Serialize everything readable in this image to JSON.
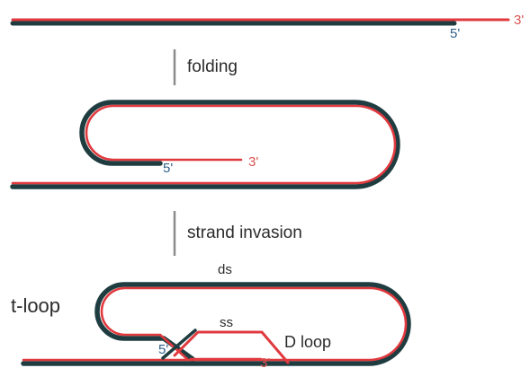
{
  "steps": {
    "folding": "folding",
    "strand_invasion": "strand invasion"
  },
  "ends": {
    "five_prime": "5'",
    "three_prime": "3'"
  },
  "labels": {
    "t_loop": "t-loop",
    "ds": "ds",
    "ss": "ss",
    "d_loop": "D loop"
  },
  "colors": {
    "dark_strand": "#1f3d40",
    "red_strand": "#e0393e",
    "five_prime_label": "#2f5f8a",
    "three_prime_label": "#d9534f"
  }
}
